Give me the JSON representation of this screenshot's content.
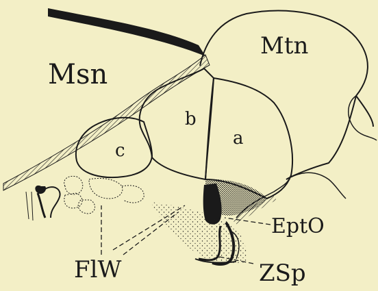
{
  "background_color": "#f3efc6",
  "ink_color": "#1a1a1a",
  "labels": {
    "msn": "Msn",
    "mtn": "Mtn",
    "a": "a",
    "b": "b",
    "c": "c",
    "eptd": "EptO",
    "flw": "FlW",
    "zsp": "ZSp"
  }
}
